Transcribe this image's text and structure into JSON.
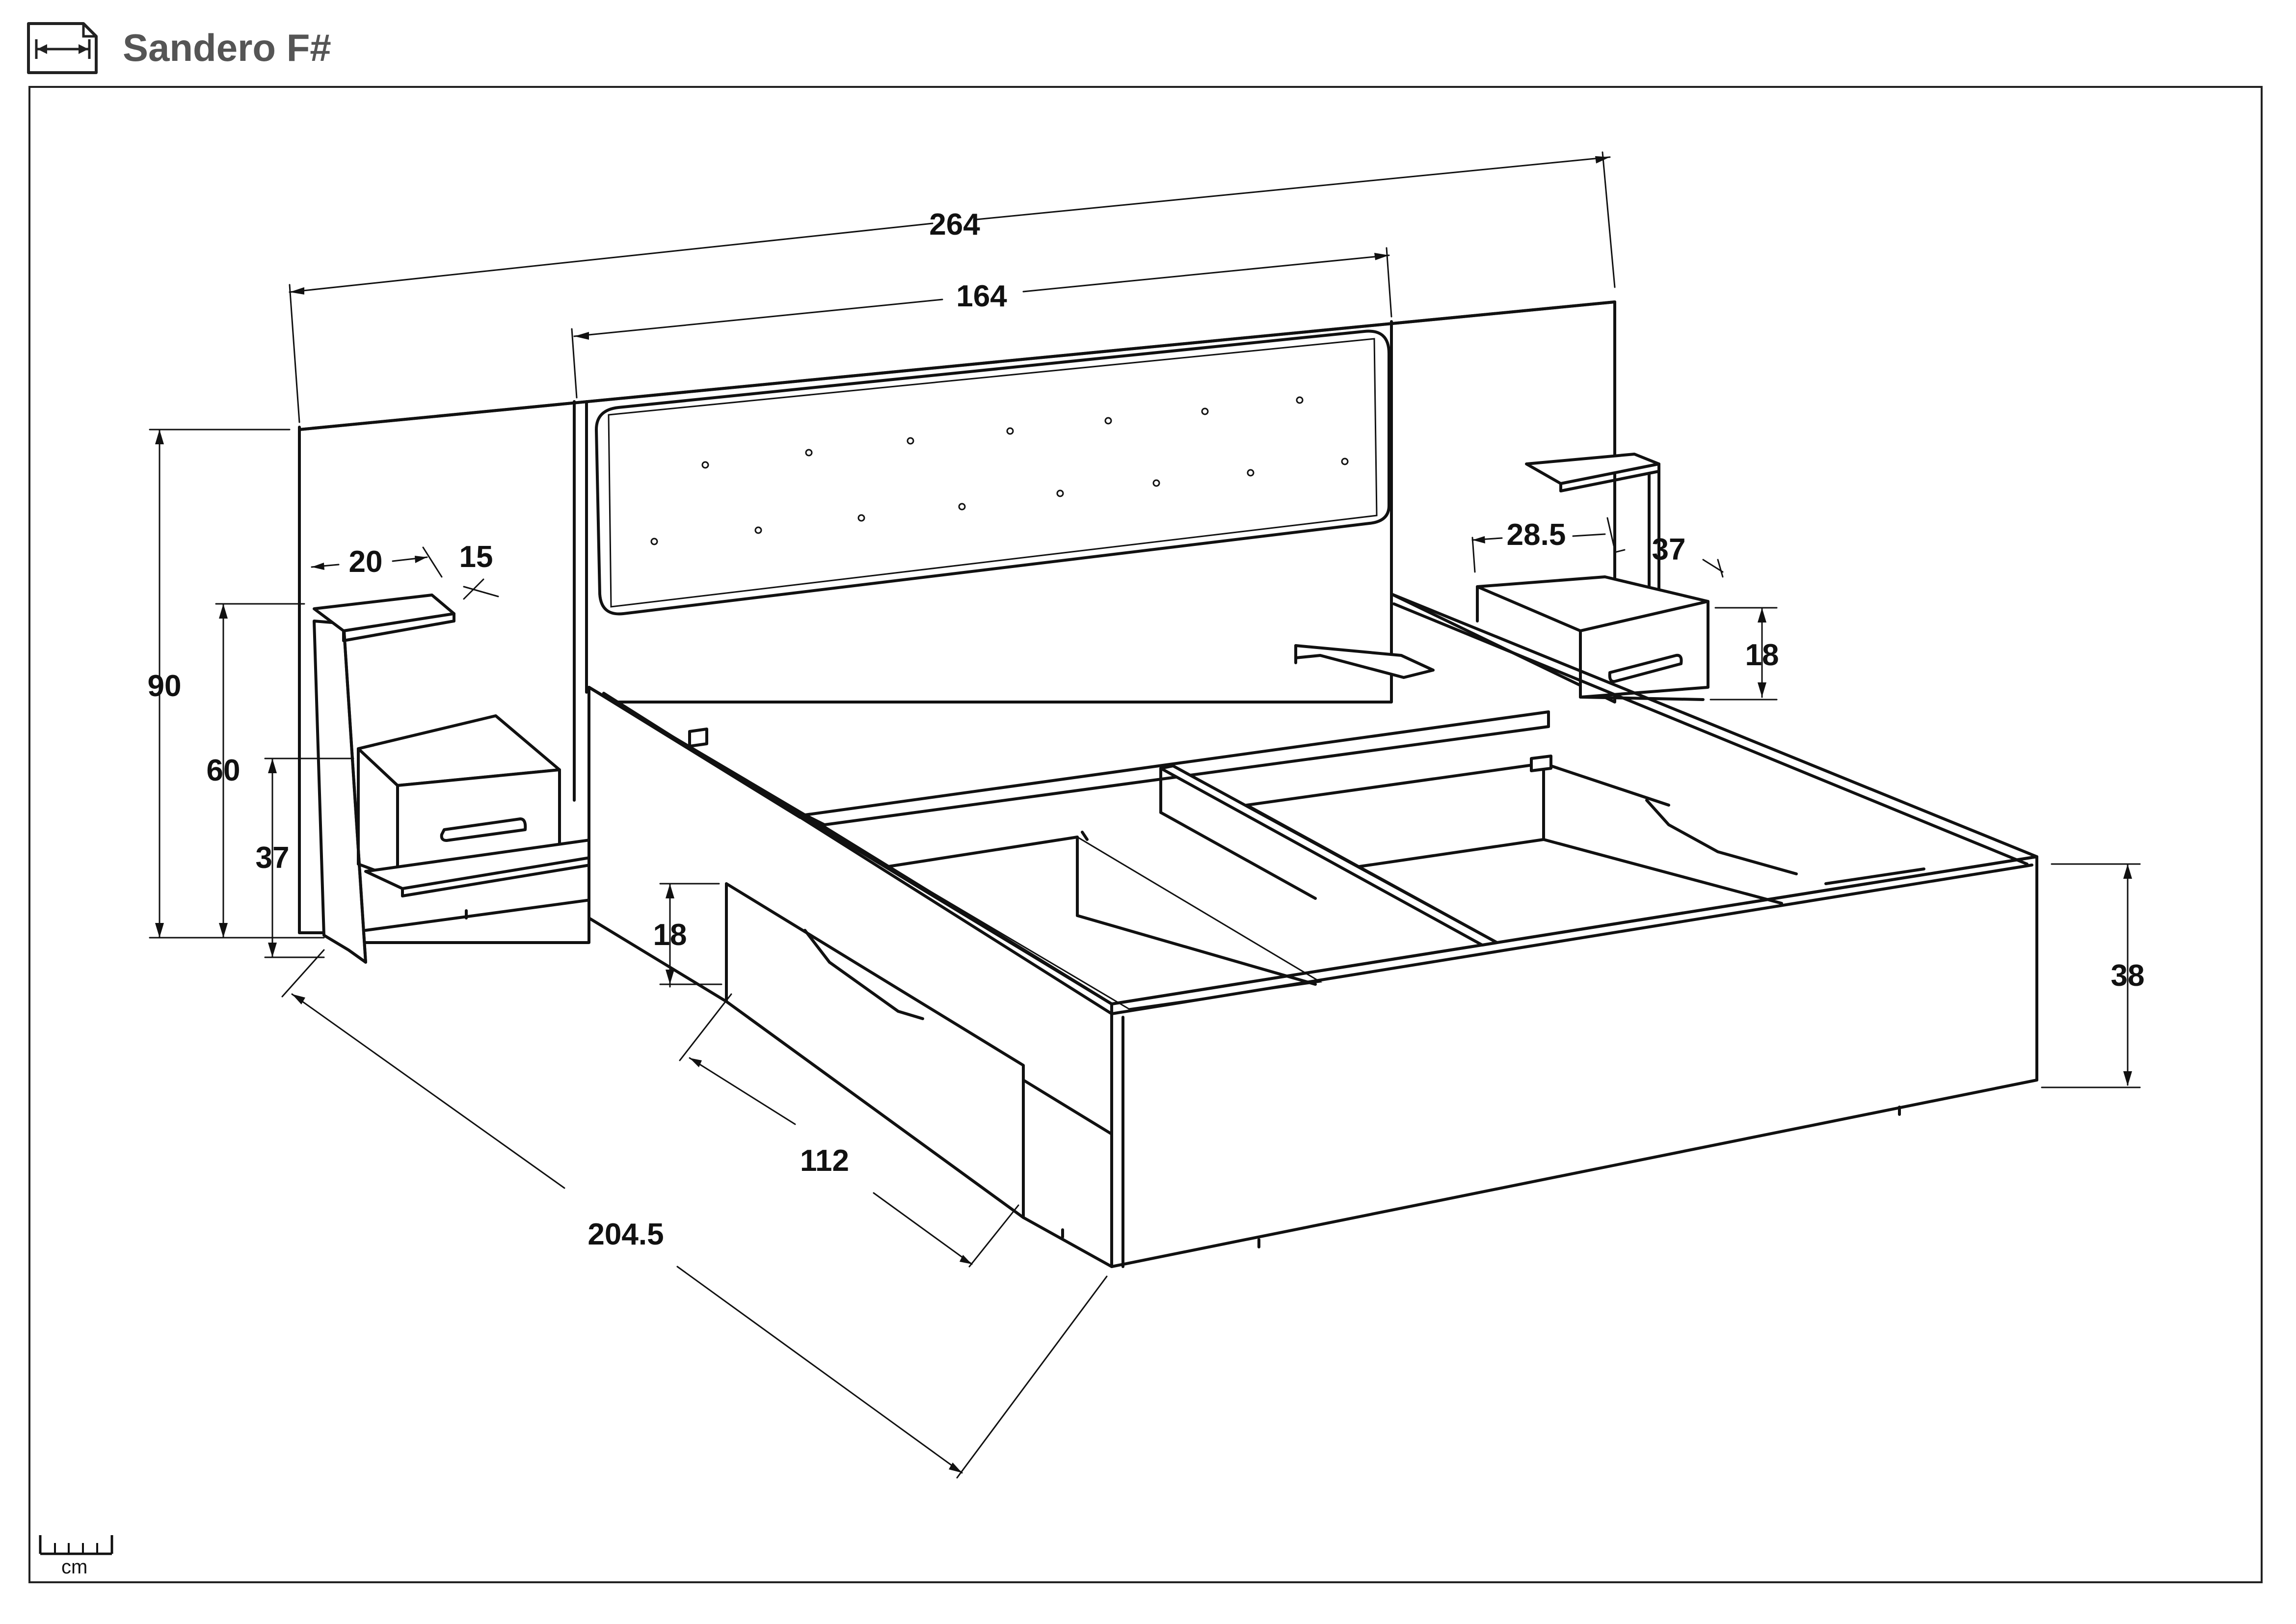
{
  "title": "Sandero F#",
  "icons": {
    "header": "width-arrows-icon",
    "scale": "ruler-icon"
  },
  "scale": {
    "unit": "cm"
  },
  "dimensions": {
    "total_width": "264",
    "headboard_width": "164",
    "headboard_height": "90",
    "shelf_height": "60",
    "nightstand_height": "37",
    "shelf_depth": "20",
    "shelf_thickness": "15",
    "right_nightstand_depth": "28.5",
    "right_nightstand_width": "37",
    "right_nightstand_drawer_height": "18",
    "drawer_height": "18",
    "drawer_length": "112",
    "bed_length": "204.5",
    "bed_height": "38"
  }
}
